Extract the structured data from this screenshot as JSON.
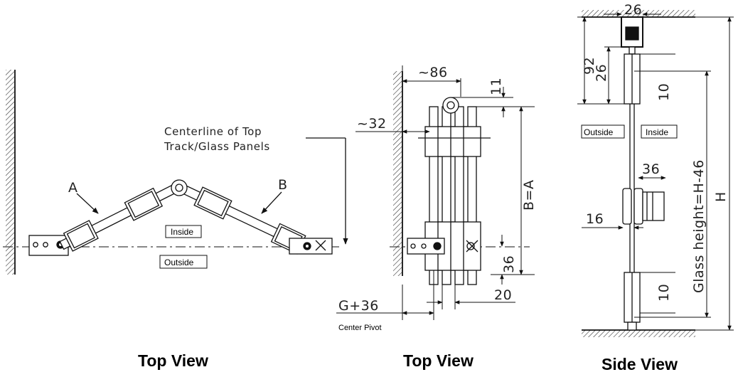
{
  "captions": {
    "left": "Top View",
    "middle": "Top View",
    "right": "Side View"
  },
  "left_view": {
    "label_a": "A",
    "label_b": "B",
    "centerline_line1": "Centerline of Top",
    "centerline_line2": "Track/Glass Panels",
    "inside": "Inside",
    "outside": "Outside"
  },
  "middle_view": {
    "dim_width": "~86",
    "dim_offset": "~32",
    "dim_top": "11",
    "dim_length": "B=A",
    "dim_pivot_height": "36",
    "dim_gap": "20",
    "dim_pivot_offset": "G+36",
    "pivot_note": "Center Pivot"
  },
  "side_view": {
    "dim_top_width": "26",
    "dim_header": "92",
    "dim_clamp_top": "26",
    "dim_clamp_upper": "10",
    "dim_clamp_lower": "10",
    "dim_handle": "36",
    "dim_handle_offset": "16",
    "dim_glass_height": "Glass height=H-46",
    "dim_total_height": "H",
    "outside": "Outside",
    "inside": "Inside"
  }
}
